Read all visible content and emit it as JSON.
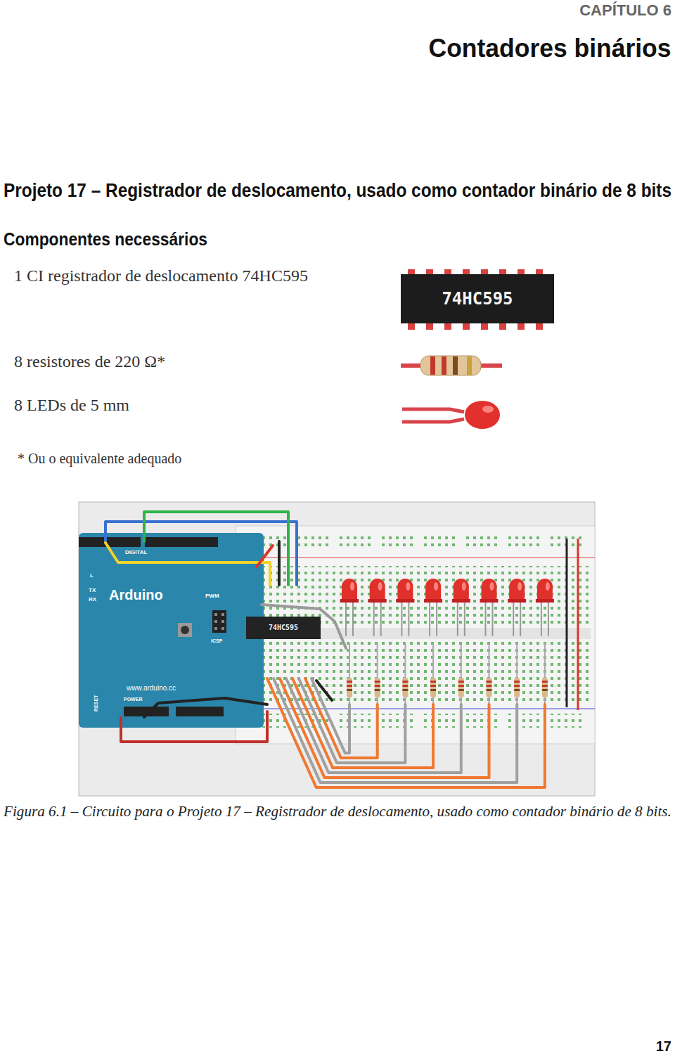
{
  "diagram": {
    "title": "Projeto 17 – Registrador de deslocamento, usado como contador binário de 8 bits",
    "caption": "Figura 6.1 – Circuito para o Projeto 17 – Registrador de deslocamento, usado como contador binário de 8 bits.",
    "nodes": [
      {
        "text": [
          "74HC595"
        ]
      },
      {
        "text": [
          "Arduino",
          "www.arduino.cc"
        ]
      },
      {
        "text": [
          "74HC595"
        ]
      }
    ],
    "labels": [
      "CAPÍTULO 6",
      "Contadores binários",
      "Componentes necessários",
      "1 CI registrador de deslocamento 74HC595",
      "8 resistores de 220 Ω*",
      "8 LEDs de 5 mm",
      "* Ou o equivalente adequado",
      "DIGITAL",
      "PWM",
      "ICSP",
      "RESET",
      "POWER",
      "L",
      "TX",
      "RX",
      "17"
    ]
  }
}
